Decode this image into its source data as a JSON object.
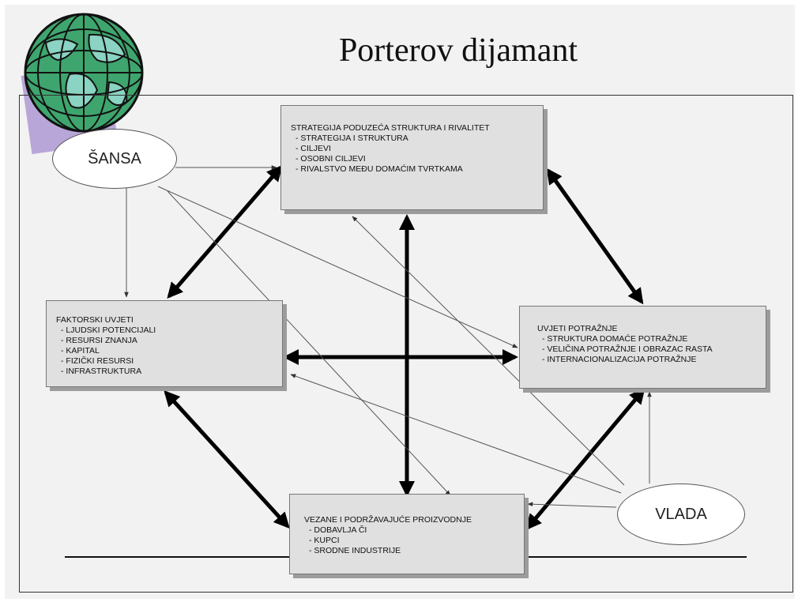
{
  "title": "Porterov dijamant",
  "boxes": {
    "strategy": {
      "heading": "STRATEGIJA PODUZEĆA STRUKTURA  I RIVALITET",
      "items": [
        "STRATEGIJA I STRUKTURA",
        "CILJEVI",
        "OSOBNI CILJEVI",
        "RIVALSTVO MEĐU DOMAĆIM TVRTKAMA"
      ]
    },
    "factors": {
      "heading": "FAKTORSKI UVJETI",
      "items": [
        "LJUDSKI POTENCIJALI",
        "RESURSI ZNANJA",
        "KAPITAL",
        "FIZIČKI RESURSI",
        "INFRASTRUKTURA"
      ]
    },
    "demand": {
      "heading": "UVJETI POTRAŽNJE",
      "items": [
        "STRUKTURA DOMAĆE POTRAŽNJE",
        "VELIČINA POTRAŽNJE I OBRAZAC RASTA",
        "INTERNACIONALIZACIJA POTRAŽNJE"
      ]
    },
    "related": {
      "heading": "VEZANE I PODRŽAVAJUĆE PROIZVODNJE",
      "items": [
        "DOBAVLJA ČI",
        "KUPCI",
        "SRODNE INDUSTRIJE"
      ]
    }
  },
  "ellipses": {
    "chance": "ŠANSA",
    "government": "VLADA"
  },
  "colors": {
    "box_fill": "#e0e0e0",
    "box_shadow": "#9c9c9c",
    "globe_ocean": "#3fa56e",
    "globe_land": "#8bd3c2",
    "globe_accent": "#b9a6d8"
  }
}
